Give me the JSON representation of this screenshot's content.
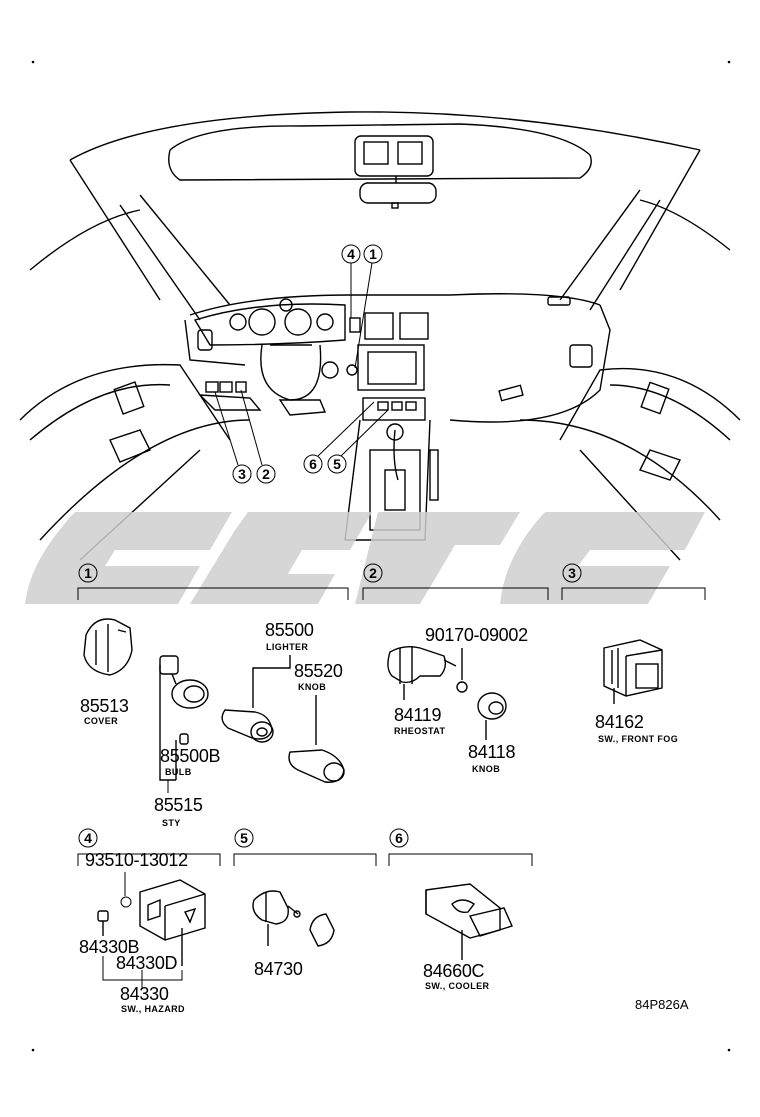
{
  "diagram_code": "84P826A",
  "dashboard_callouts": [
    "4",
    "1",
    "3",
    "2",
    "6",
    "5"
  ],
  "groups": [
    {
      "index": "1",
      "parts": [
        {
          "number": "85513",
          "desc": "COVER"
        },
        {
          "number": "85500",
          "desc": "LIGHTER"
        },
        {
          "number": "85520",
          "desc": "KNOB"
        },
        {
          "number": "85500B",
          "desc": "BULB"
        },
        {
          "number": "85515",
          "desc": "STY"
        }
      ]
    },
    {
      "index": "2",
      "parts": [
        {
          "number": "90170-09002",
          "desc": ""
        },
        {
          "number": "84119",
          "desc": "RHEOSTAT"
        },
        {
          "number": "84118",
          "desc": "KNOB"
        }
      ]
    },
    {
      "index": "3",
      "parts": [
        {
          "number": "84162",
          "desc": "SW., FRONT FOG"
        }
      ]
    },
    {
      "index": "4",
      "parts": [
        {
          "number": "93510-13012",
          "desc": ""
        },
        {
          "number": "84330B",
          "desc": ""
        },
        {
          "number": "84330D",
          "desc": ""
        },
        {
          "number": "84330",
          "desc": "SW., HAZARD"
        }
      ]
    },
    {
      "index": "5",
      "parts": [
        {
          "number": "84730",
          "desc": ""
        }
      ]
    },
    {
      "index": "6",
      "parts": [
        {
          "number": "84660C",
          "desc": "SW., COOLER"
        }
      ]
    }
  ]
}
